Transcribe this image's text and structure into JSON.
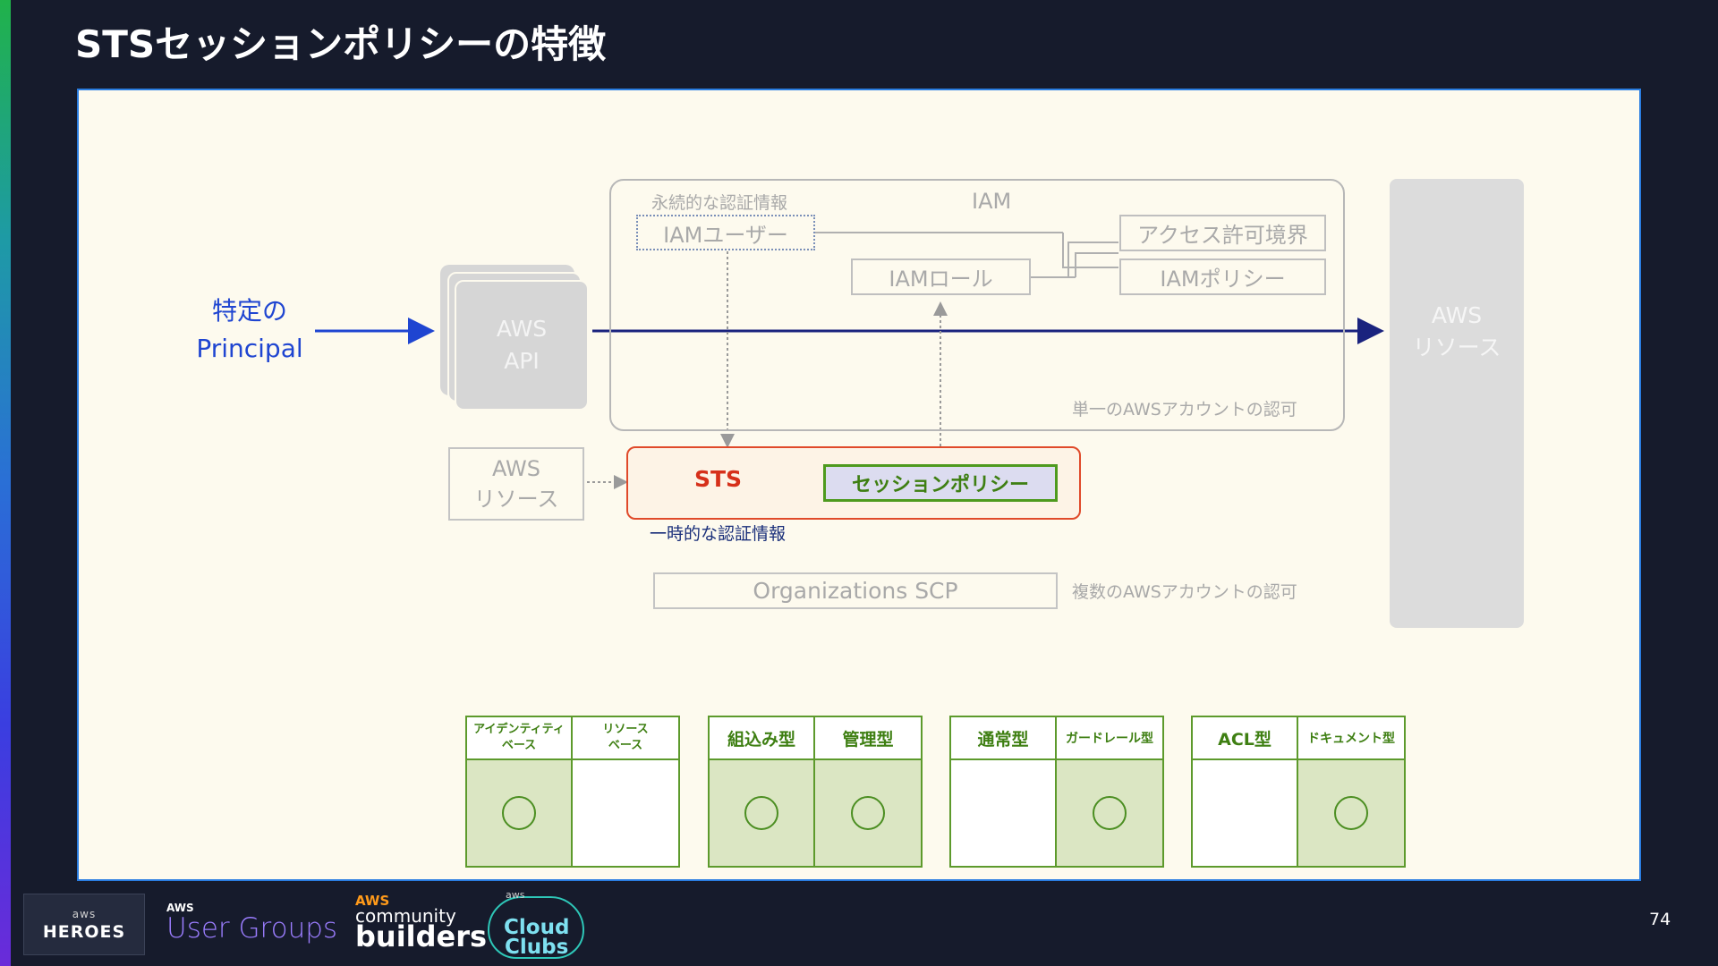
{
  "slide": {
    "title": "STSセッションポリシーの特徴",
    "page_number": "74"
  },
  "diagram": {
    "principal_line1": "特定の",
    "principal_line2": "Principal",
    "api_line1": "AWS",
    "api_line2": "API",
    "iam_title": "IAM",
    "persistent_cred_label": "永続的な認証情報",
    "iam_user": "IAMユーザー",
    "iam_role": "IAMロール",
    "permission_boundary": "アクセス許可境界",
    "iam_policy": "IAMポリシー",
    "single_account_auth": "単一のAWSアカウントの認可",
    "aws_resource_big_line1": "AWS",
    "aws_resource_big_line2": "リソース",
    "aws_resource_small_line1": "AWS",
    "aws_resource_small_line2": "リソース",
    "sts": "STS",
    "session_policy": "セッションポリシー",
    "temp_cred_label": "一時的な認証情報",
    "org_scp": "Organizations SCP",
    "multi_account_auth": "複数のAWSアカウントの認可"
  },
  "policy_tables": [
    {
      "left_header": "アイデンティティ\nベース",
      "right_header": "リソース\nベース",
      "left_on": true,
      "right_on": false,
      "small_headers": true
    },
    {
      "left_header": "組込み型",
      "right_header": "管理型",
      "left_on": true,
      "right_on": true,
      "small_headers": false
    },
    {
      "left_header": "通常型",
      "right_header": "ガードレール型",
      "left_on": false,
      "right_on": true,
      "small_headers": false
    },
    {
      "left_header": "ACL型",
      "right_header": "ドキュメント型",
      "left_on": false,
      "right_on": true,
      "small_headers": false
    }
  ],
  "footer": {
    "heroes_aws": "aws",
    "heroes_word": "HEROES",
    "user_groups_aws": "AWS",
    "user_groups_word": "User Groups",
    "community_aws": "AWS",
    "community_word": "community",
    "builders_word": "builders",
    "cloud_clubs_aws": "aws",
    "cloud_clubs_line1": "Cloud",
    "cloud_clubs_line2": "Clubs"
  },
  "colors": {
    "background": "#161b2c",
    "canvas": "#fdfaee",
    "canvas_border": "#2a7de1",
    "principal_blue": "#1f45d1",
    "main_arrow": "#1a237e",
    "sts_red": "#d6301a",
    "policy_green": "#3e7f12"
  }
}
